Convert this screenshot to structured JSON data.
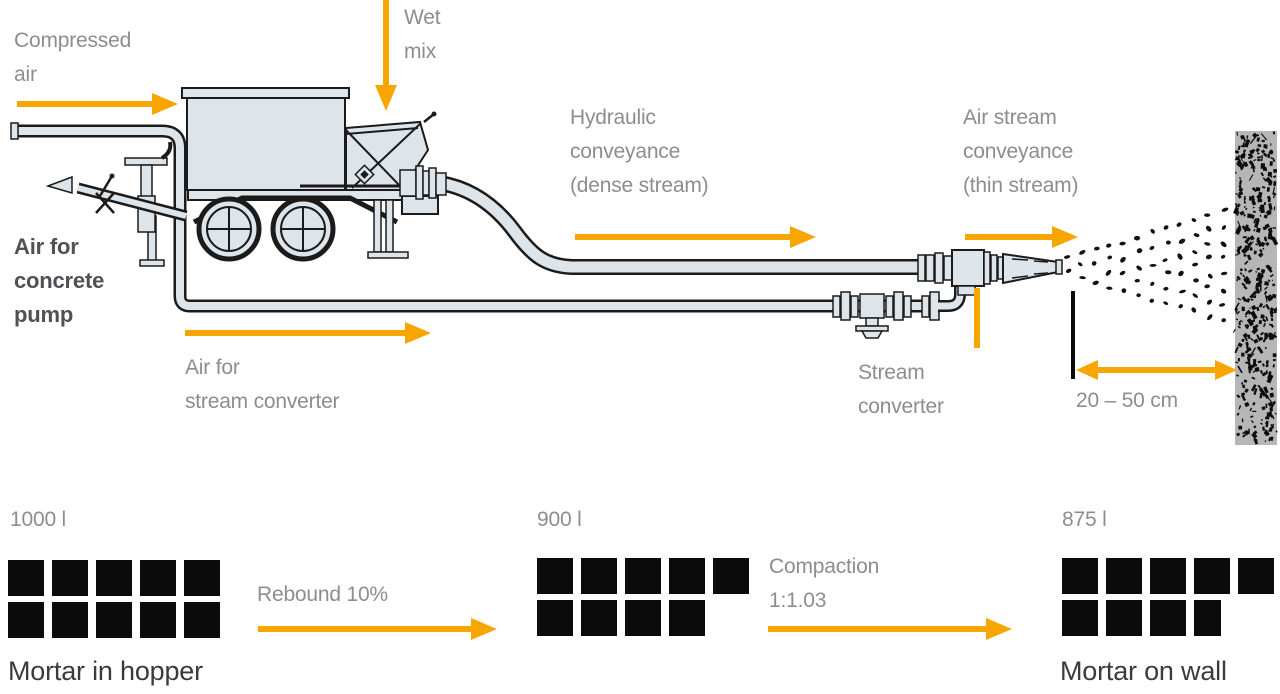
{
  "title": "Wet-mix spraying process diagram",
  "colors": {
    "accent_orange": "#f7a600",
    "label_gray": "#8b8d90",
    "dark_label": "#505154",
    "caption_dark": "#3a3b3e",
    "machine_fill": "#dde4ea",
    "machine_stroke": "#1b1b1b",
    "wall_gray": "#b5b6b5",
    "square_black": "#0b0b0b"
  },
  "labels": {
    "compressed_air": "Compressed\nair",
    "wet_mix": "Wet\nmix",
    "air_for_concrete_pump": "Air for\nconcrete\npump",
    "air_for_stream_converter": "Air for\nstream converter",
    "hydraulic_conveyance": "Hydraulic\nconveyance\n(dense stream)",
    "air_stream_conveyance": "Air stream\nconveyance\n(thin stream)",
    "stream_converter": "Stream\nconverter",
    "distance": "20 – 50 cm"
  },
  "flow": {
    "square_unit_liters": 100,
    "stages": [
      {
        "volume_label": "1000 l",
        "volume_liters": 1000,
        "squares_full": 10,
        "square_partial_fraction": 0,
        "caption": "Mortar in hopper"
      },
      {
        "volume_label": "900 l",
        "volume_liters": 900,
        "squares_full": 9,
        "square_partial_fraction": 0,
        "caption": ""
      },
      {
        "volume_label": "875 l",
        "volume_liters": 875,
        "squares_full": 8,
        "square_partial_fraction": 0.75,
        "caption": "Mortar on wall"
      }
    ],
    "transitions": [
      {
        "label": "Rebound 10%"
      },
      {
        "label": "Compaction\n1:1.03"
      }
    ]
  }
}
